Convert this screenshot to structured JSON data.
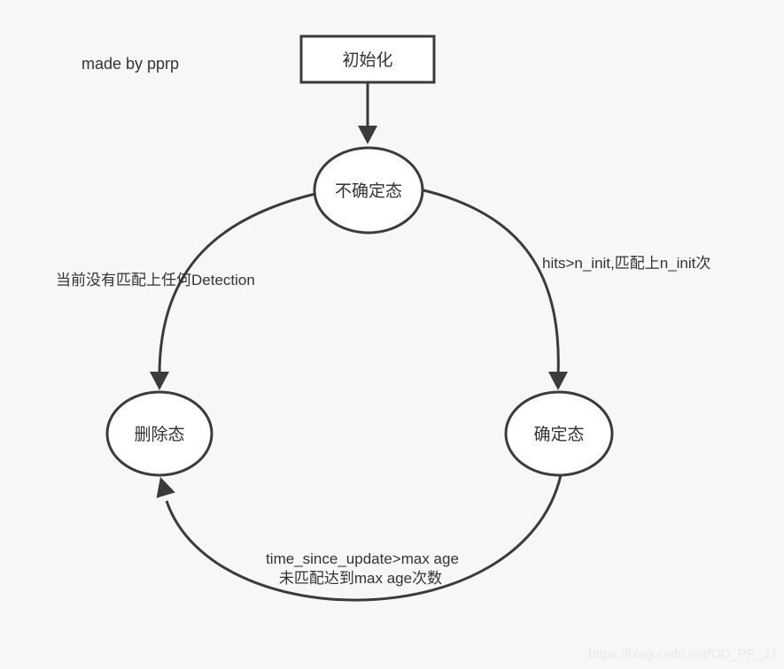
{
  "diagram": {
    "attribution": "made by pprp",
    "watermark": "https://blog.csdn.net/DD_PP_JJ",
    "nodes": {
      "init": {
        "label": "初始化",
        "shape": "rectangle"
      },
      "tentative": {
        "label": "不确定态",
        "shape": "ellipse"
      },
      "deleted": {
        "label": "删除态",
        "shape": "ellipse"
      },
      "confirmed": {
        "label": "确定态",
        "shape": "ellipse"
      }
    },
    "edges": {
      "init_to_tentative": {
        "label": ""
      },
      "tentative_to_deleted": {
        "label": "当前没有匹配上任何Detection"
      },
      "tentative_to_confirmed": {
        "label": "hits>n_init,匹配上n_init次"
      },
      "confirmed_to_deleted": {
        "label_line1": "time_since_update>max age",
        "label_line2": "未匹配达到max age次数"
      }
    },
    "colors": {
      "background": "#f7f7f7",
      "stroke": "#3b3b3b",
      "node_fill": "#ffffff",
      "text": "#333333",
      "watermark": "#e9e9e9"
    }
  }
}
